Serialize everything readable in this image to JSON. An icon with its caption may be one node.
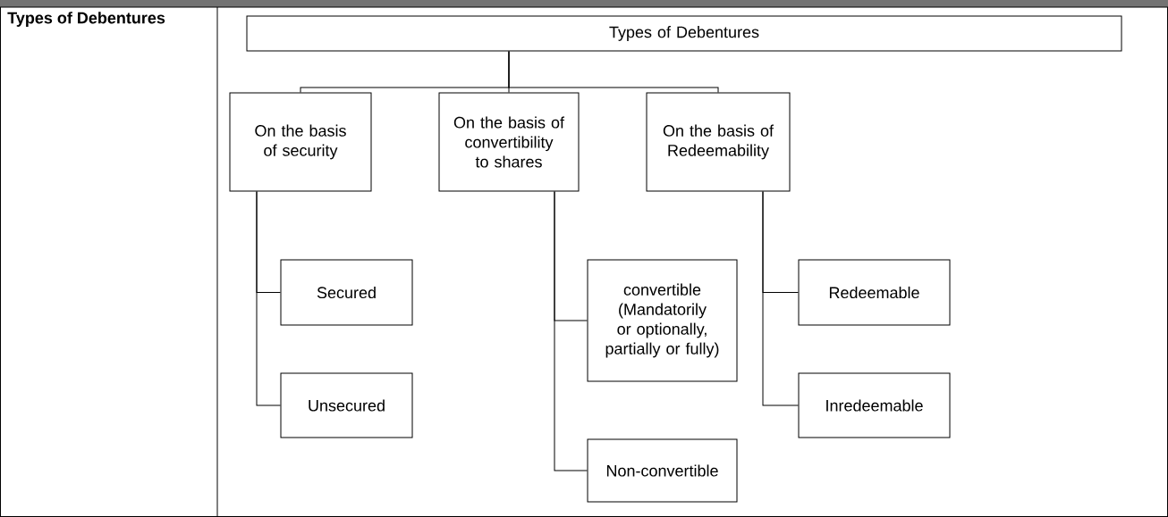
{
  "diagram": {
    "nodes": [
      {
        "text": [
          "Types of Debentures"
        ]
      },
      {
        "text": [
          "On the basis of security"
        ]
      },
      {
        "text": [
          "On the basis of convertibility to shares"
        ]
      },
      {
        "text": [
          "On the basis of Redeemability"
        ]
      },
      {
        "text": [
          "Secured"
        ]
      },
      {
        "text": [
          "Unsecured"
        ]
      },
      {
        "text": [
          "convertible (Mandatorily or optionally, partially or fully)"
        ]
      },
      {
        "text": [
          "Non-convertible"
        ]
      },
      {
        "text": [
          "Redeemable"
        ]
      },
      {
        "text": [
          "Inredeemable"
        ]
      }
    ],
    "edges": [
      {
        "from": 0,
        "to": 1,
        "arrow": "none"
      },
      {
        "from": 0,
        "to": 2,
        "arrow": "none"
      },
      {
        "from": 0,
        "to": 3,
        "arrow": "none"
      },
      {
        "from": 1,
        "to": 4,
        "arrow": "none"
      },
      {
        "from": 1,
        "to": 5,
        "arrow": "none"
      },
      {
        "from": 2,
        "to": 6,
        "arrow": "none"
      },
      {
        "from": 2,
        "to": 7,
        "arrow": "none"
      },
      {
        "from": 3,
        "to": 8,
        "arrow": "none"
      },
      {
        "from": 3,
        "to": 9,
        "arrow": "none"
      }
    ],
    "labels": [
      "Types of Debentures"
    ]
  }
}
